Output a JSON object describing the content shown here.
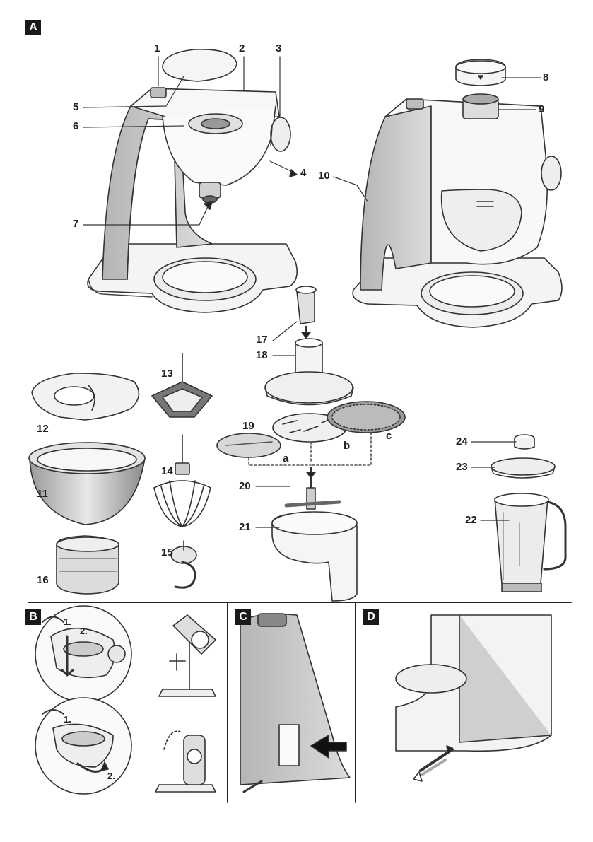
{
  "sections": [
    "A",
    "B",
    "C",
    "D"
  ],
  "parts": [
    "1",
    "2",
    "3",
    "4",
    "5",
    "6",
    "7",
    "8",
    "9",
    "10",
    "11",
    "12",
    "13",
    "14",
    "15",
    "16",
    "17",
    "18",
    "19",
    "20",
    "21",
    "22",
    "23",
    "24"
  ],
  "disc_variants": [
    "a",
    "b",
    "c"
  ],
  "steps": [
    "1.",
    "2."
  ]
}
